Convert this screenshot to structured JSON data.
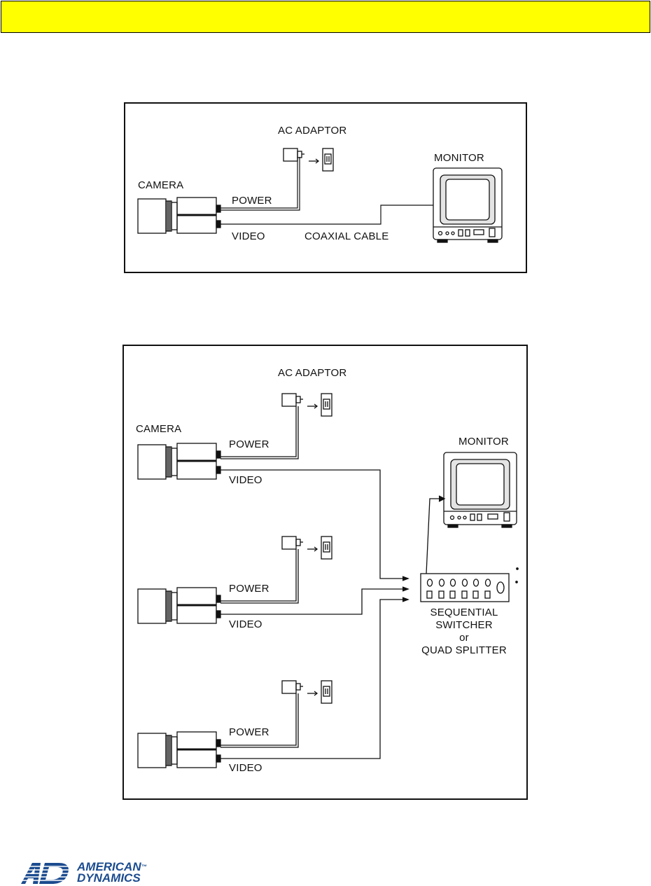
{
  "banner": {
    "color": "#ffff00"
  },
  "diagram1": {
    "labels": {
      "ac_adaptor": "AC ADAPTOR",
      "monitor": "MONITOR",
      "camera": "CAMERA",
      "power": "POWER",
      "video": "VIDEO",
      "coaxial_cable": "COAXIAL CABLE"
    }
  },
  "diagram2": {
    "labels": {
      "ac_adaptor": "AC ADAPTOR",
      "camera": "CAMERA",
      "monitor": "MONITOR",
      "power_1": "POWER",
      "video_1": "VIDEO",
      "power_2": "POWER",
      "video_2": "VIDEO",
      "power_3": "POWER",
      "video_3": "VIDEO",
      "switcher_line1": "SEQUENTIAL",
      "switcher_line2": "SWITCHER",
      "switcher_line3": "or",
      "switcher_line4": "QUAD SPLITTER"
    }
  },
  "footer": {
    "logo_line1": "AMERICAN",
    "logo_line2": "DYNAMICS",
    "logo_mark": "AD",
    "trademark": "™",
    "brand_color": "#1b4b8f"
  }
}
